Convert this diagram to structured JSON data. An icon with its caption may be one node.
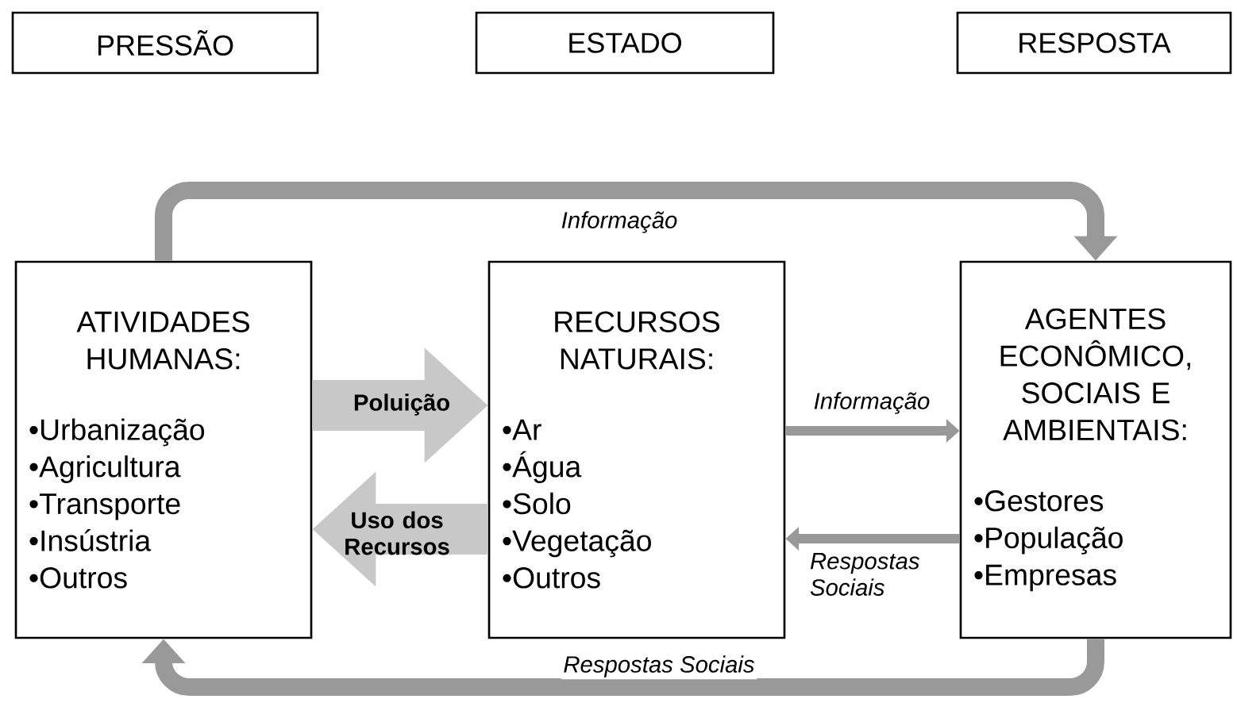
{
  "diagram": {
    "nodes": [
      {
        "text": [
          "PRESSÃO"
        ]
      },
      {
        "text": [
          "ESTADO"
        ]
      },
      {
        "text": [
          "RESPOSTA"
        ]
      },
      {
        "text": [
          "ATIVIDADES HUMANAS:",
          "•Urbanização",
          "•Agricultura",
          "•Transporte",
          "•Insústria",
          "•Outros"
        ]
      },
      {
        "text": [
          "RECURSOS NATURAIS:",
          "•Ar",
          "•Água",
          "•Solo",
          "•Vegetação",
          "•Outros"
        ]
      },
      {
        "text": [
          "AGENTES ECONÔMICO, SOCIAIS E AMBIENTAIS:",
          "•Gestores",
          "•População",
          "•Empresas"
        ]
      }
    ],
    "edges": [
      {
        "from": 3,
        "to": 4,
        "arrow": "to",
        "label": "Poluição",
        "style": "thick",
        "color": "#c8c8c8"
      },
      {
        "from": 4,
        "to": 3,
        "arrow": "to",
        "label": "Uso dos Recursos",
        "style": "thick",
        "color": "#c8c8c8"
      },
      {
        "from": 4,
        "to": 5,
        "arrow": "to",
        "label": "Informação"
      },
      {
        "from": 5,
        "to": 4,
        "arrow": "to",
        "label": "Respostas Sociais"
      },
      {
        "from": 3,
        "to": 5,
        "arrow": "to",
        "label": "Informação"
      },
      {
        "from": 5,
        "to": 3,
        "arrow": "to",
        "label": "Respostas Sociais"
      }
    ]
  }
}
